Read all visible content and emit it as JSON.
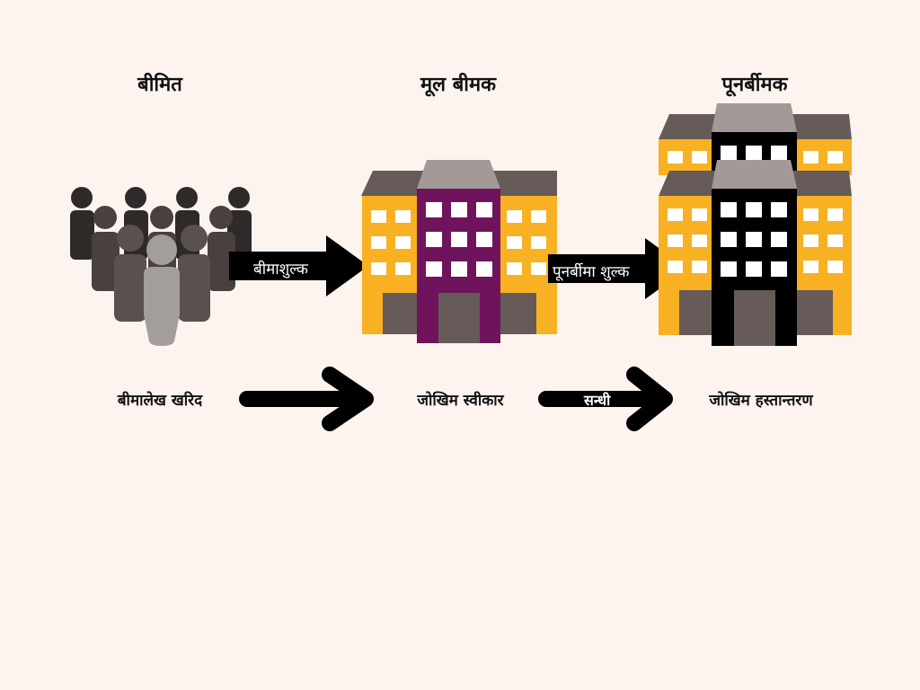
{
  "columns": {
    "insured": {
      "title": "बीमित",
      "caption": "बीमालेख खरिद"
    },
    "primary_insurer": {
      "title": "मूल बीमक",
      "caption": "जोखिम स्वीकार"
    },
    "reinsurer": {
      "title": "पूनर्बीमक",
      "caption": "जोखिम हस्तान्तरण"
    }
  },
  "flows": {
    "premium": {
      "label": "बीमाशुल्क"
    },
    "reinsurance_premium": {
      "label": "पूनर्बीमा शुल्क"
    },
    "treaty": {
      "label": "सन्धी"
    }
  },
  "colors": {
    "background": "#fdf4f0",
    "building_yellow": "#f8b122",
    "roof_dark": "#665b58",
    "roof_light": "#a39a97",
    "primary_tower": "#6f145c",
    "reinsurer_tower": "#000000",
    "window": "#ffffff",
    "people_dark": "#2e2a29",
    "people_mid": "#4a403f",
    "people_light": "#a39e9c"
  }
}
